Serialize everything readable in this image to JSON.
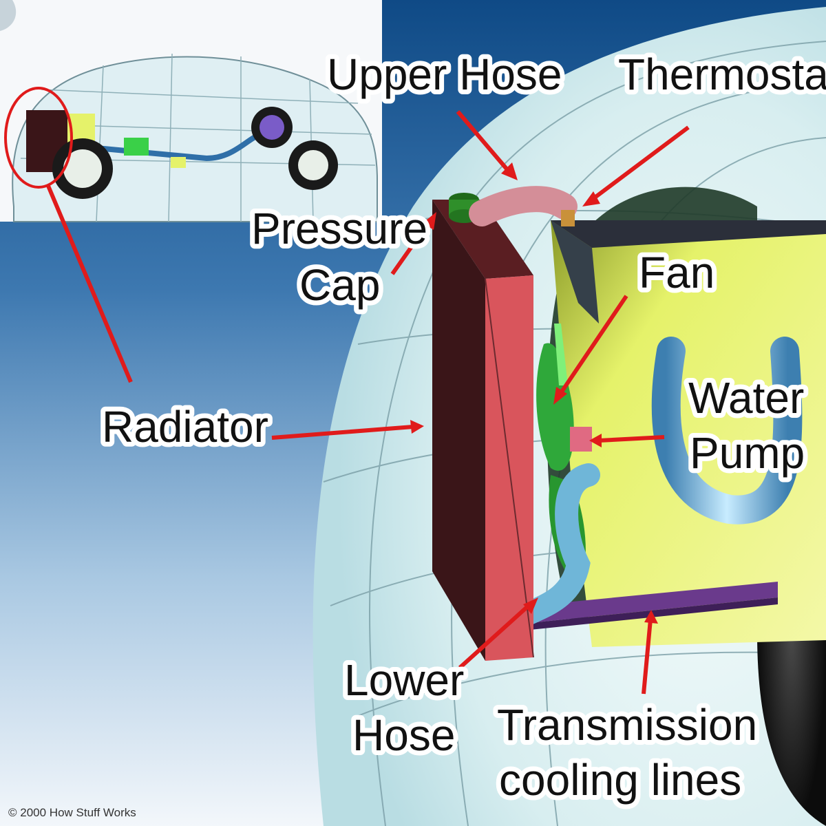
{
  "labels": {
    "upper_hose": "Upper Hose",
    "thermostat": "Thermostat",
    "pressure_cap_line1": "Pressure",
    "pressure_cap_line2": "Cap",
    "fan": "Fan",
    "radiator": "Radiator",
    "water_pump_line1": "Water",
    "water_pump_line2": "Pump",
    "lower_hose_line1": "Lower",
    "lower_hose_line2": "Hose",
    "transmission_line1": "Transmission",
    "transmission_line2": "cooling lines"
  },
  "copyright": "© 2000 How Stuff Works",
  "colors": {
    "arrow": "#e01b1b",
    "radiator_front": "#d9555c",
    "radiator_side": "#3a1518",
    "engine": "#e5f26a",
    "fan": "#2fa83a",
    "hose_blue": "#6fb6d8",
    "upper_hose": "#d48e98",
    "transmission_line": "#6a3a8c",
    "background_blue": "#3d78b0"
  }
}
